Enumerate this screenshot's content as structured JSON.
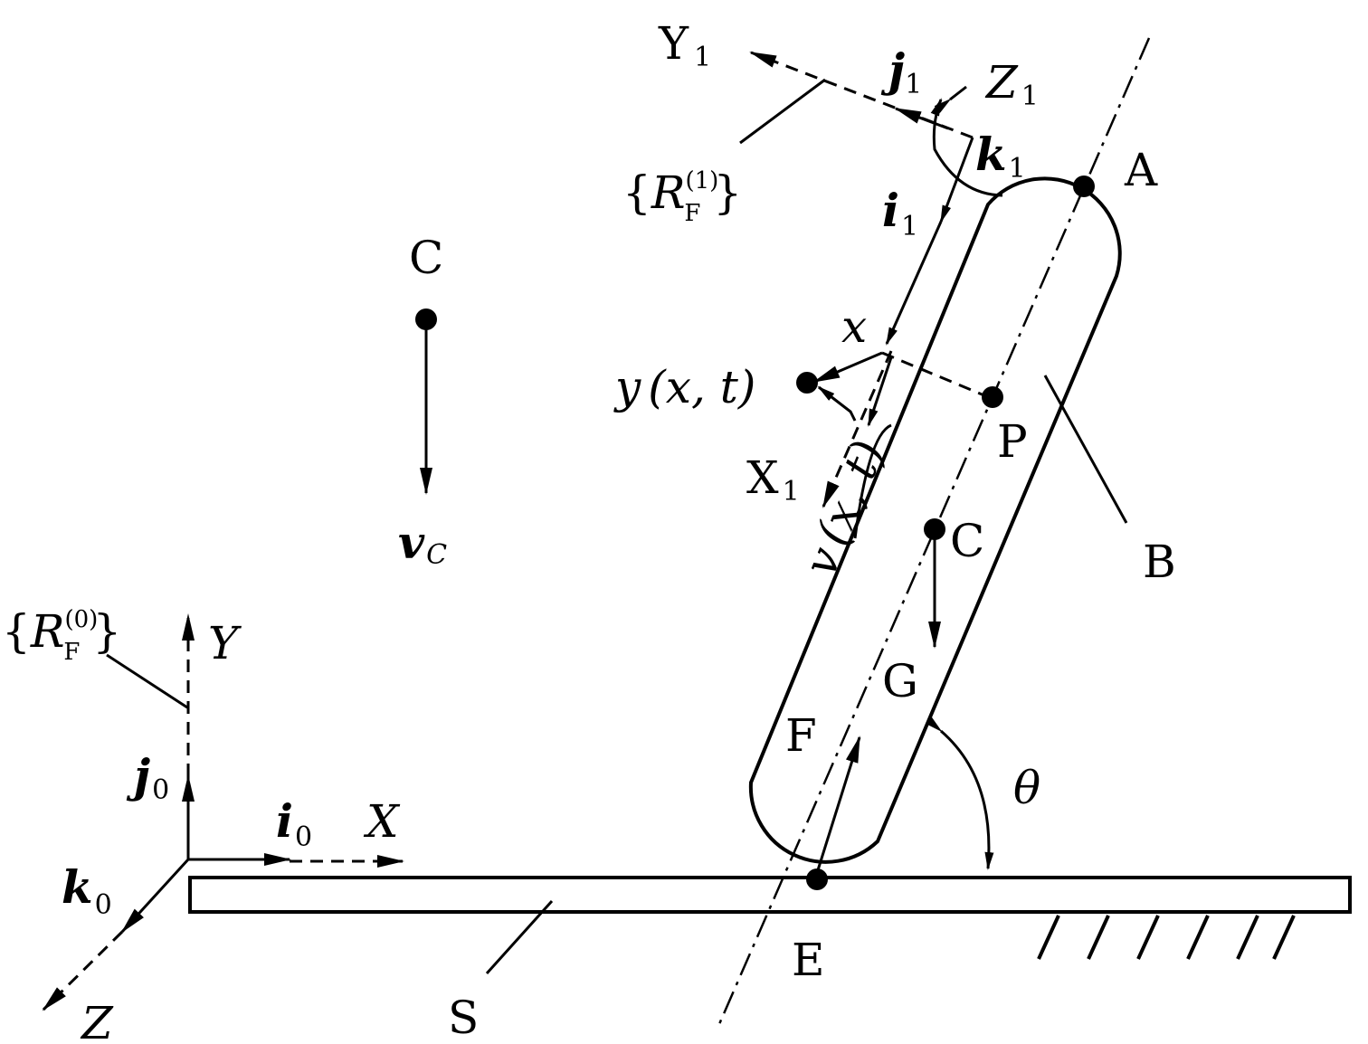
{
  "labels": {
    "Y1": "Y",
    "Y1_sub": "1",
    "j1": "j",
    "j1_sub": "1",
    "Z1": "Z",
    "Z1_sub": "1",
    "k1": "k",
    "k1_sub": "1",
    "i1": "i",
    "i1_sub": "1",
    "RF1_open": "{",
    "RF1_R": "R",
    "RF1_sup": "(1)",
    "RF1_sub": "F",
    "RF1_close": "}",
    "A": "A",
    "C_top": "C",
    "x": "x",
    "y_xt": "y",
    "y_xt_args": "(x, t)",
    "P": "P",
    "B": "B",
    "X1": "X",
    "X1_sub": "1",
    "v_xt": "v",
    "v_xt_args": "(x, t)",
    "vC": "v",
    "vC_sub": "C",
    "C_mid": "C",
    "G": "G",
    "F": "F",
    "theta": "θ",
    "RF0_open": "{",
    "RF0_R": "R",
    "RF0_sup": "(0)",
    "RF0_sub": "F",
    "RF0_close": "}",
    "Y0": "Y",
    "j0": "j",
    "j0_sub": "0",
    "i0": "i",
    "i0_sub": "0",
    "X0": "X",
    "k0": "k",
    "k0_sub": "0",
    "Z0": "Z",
    "E": "E",
    "S": "S"
  }
}
